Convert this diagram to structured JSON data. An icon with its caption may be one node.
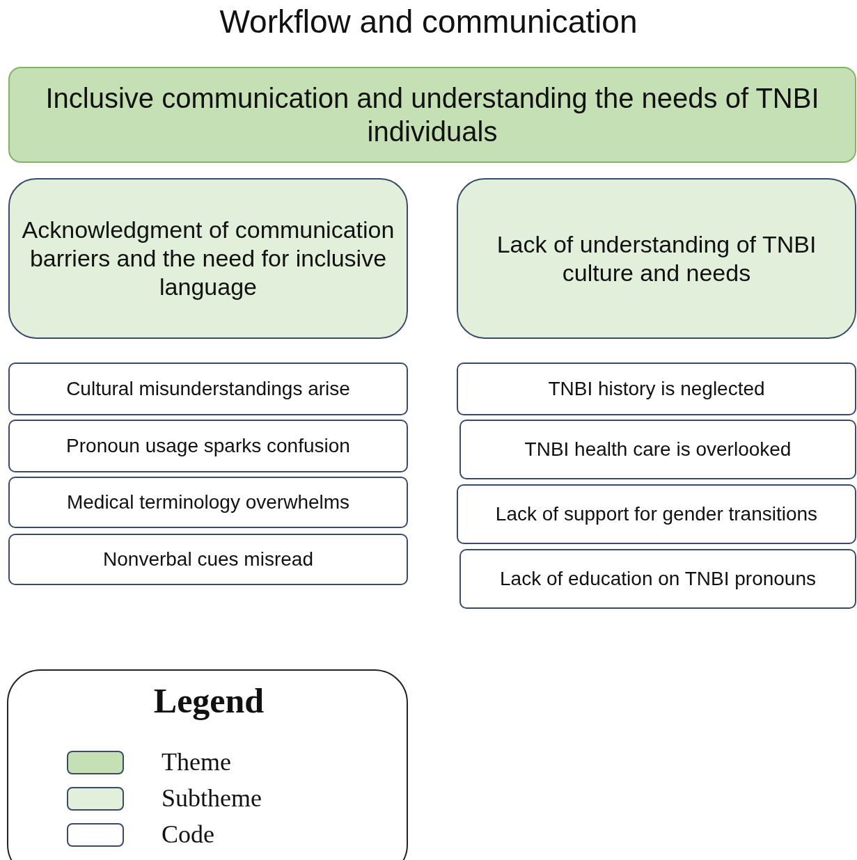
{
  "diagram": {
    "title": "Workflow and communication",
    "nodes": [
      {
        "text": [
          "Inclusive communication and understanding the needs of TNBI individuals"
        ]
      },
      {
        "text": [
          "Acknowledgment of communication barriers and the need for inclusive language"
        ]
      },
      {
        "text": [
          "Lack of understanding of TNBI culture and needs"
        ]
      },
      {
        "text": [
          "Cultural misunderstandings arise"
        ]
      },
      {
        "text": [
          "Pronoun usage sparks confusion"
        ]
      },
      {
        "text": [
          "Medical terminology overwhelms"
        ]
      },
      {
        "text": [
          "Nonverbal cues misread"
        ]
      },
      {
        "text": [
          "TNBI history is neglected"
        ]
      },
      {
        "text": [
          "TNBI health care is overlooked"
        ]
      },
      {
        "text": [
          "Lack of support for gender transitions"
        ]
      },
      {
        "text": [
          "Lack of education on TNBI pronouns"
        ]
      }
    ],
    "labels": [
      "Legend"
    ],
    "legend": [
      {
        "text": "Theme",
        "color": "#c5e0b4"
      },
      {
        "text": "Subtheme",
        "color": "#e2efda"
      },
      {
        "text": "Code",
        "color": "#ffffff"
      }
    ]
  }
}
